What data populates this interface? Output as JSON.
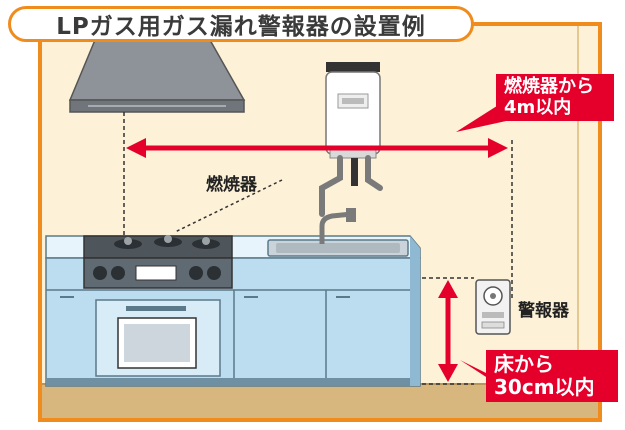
{
  "title": "LPガス用ガス漏れ警報器の設置例",
  "labels": {
    "burner": "燃焼器",
    "alarm": "警報器"
  },
  "callouts": {
    "distance_from_burner": {
      "line1": "燃焼器から",
      "line2": "4m以内"
    },
    "height_from_floor": {
      "line1": "床から",
      "line2": "30cm以内"
    }
  },
  "colors": {
    "wall": "#fdf2d8",
    "border": "#f08c1e",
    "floor": "#d7b77e",
    "cabinet": "#bcdcf0",
    "countertop": "#e8f4fb",
    "stove": "#606a72",
    "arrow": "#e5002b",
    "callout_bg": "#e5002b"
  }
}
